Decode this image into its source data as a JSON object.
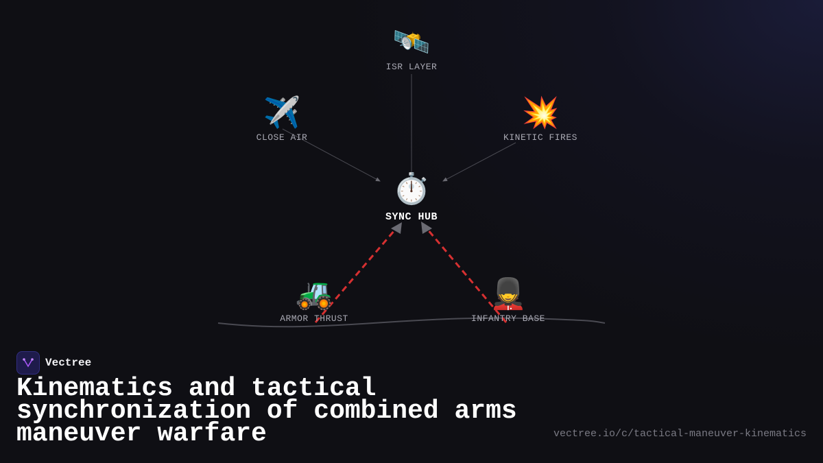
{
  "diagram": {
    "hub": {
      "label": "SYNC HUB",
      "icon": "stopwatch-icon",
      "emoji": "⏱️"
    },
    "nodes": [
      {
        "id": "isr",
        "label": "ISR LAYER",
        "icon": "satellite-icon",
        "emoji": "🛰️"
      },
      {
        "id": "close_air",
        "label": "CLOSE AIR",
        "icon": "airplane-icon",
        "emoji": "✈️"
      },
      {
        "id": "kinetic",
        "label": "KINETIC FIRES",
        "icon": "explosion-icon",
        "emoji": "💥"
      },
      {
        "id": "armor",
        "label": "ARMOR THRUST",
        "icon": "tractor-icon",
        "emoji": "🚜"
      },
      {
        "id": "infantry",
        "label": "INFANTRY BASE",
        "icon": "guard-icon",
        "emoji": "💂"
      }
    ],
    "edges": [
      {
        "from": "ISR LAYER",
        "to": "SYNC HUB",
        "style": "thin-gray"
      },
      {
        "from": "CLOSE AIR",
        "to": "SYNC HUB",
        "style": "thin-gray-arrow"
      },
      {
        "from": "KINETIC FIRES",
        "to": "SYNC HUB",
        "style": "thin-gray-arrow"
      },
      {
        "from": "ARMOR THRUST",
        "to": "SYNC HUB",
        "style": "red-dashed-arrow"
      },
      {
        "from": "INFANTRY BASE",
        "to": "SYNC HUB",
        "style": "red-dashed-arrow"
      }
    ],
    "colors": {
      "dashed_edge": "#d63031",
      "thin_edge": "#55555e",
      "arrowhead": "#6b6b73"
    }
  },
  "brand": {
    "name": "Vectree"
  },
  "footer": {
    "title": "Kinematics and tactical synchronization of combined arms maneuver warfare",
    "url": "vectree.io/c/tactical-maneuver-kinematics"
  }
}
